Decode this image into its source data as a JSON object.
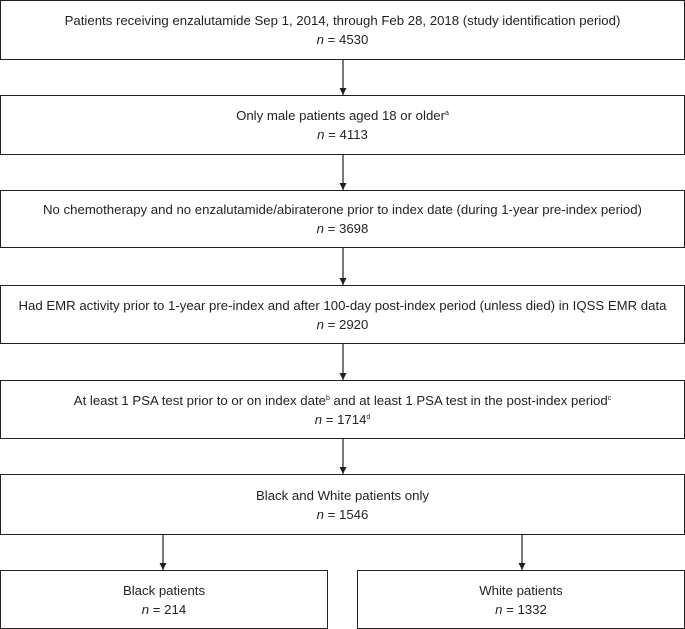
{
  "boxes": [
    {
      "id": "study-id",
      "line1": "Patients receiving enzalutamide Sep 1, 2014, through Feb 28, 2018 (study identification period)",
      "n_label": "n",
      "eq": " = ",
      "count": "4530"
    },
    {
      "id": "male-18",
      "line1": "Only male patients aged 18 or older",
      "sup1": "a",
      "n_label": "n",
      "eq": " = ",
      "count": "4113"
    },
    {
      "id": "no-chemo",
      "line1": "No chemotherapy and no enzalutamide/abiraterone prior to index date (during 1-year pre-index period)",
      "n_label": "n",
      "eq": " = ",
      "count": "3698"
    },
    {
      "id": "emr-activity",
      "line1": "Had EMR activity prior to 1-year pre-index and after 100-day post-index period (unless died) in IQSS EMR data",
      "n_label": "n",
      "eq": " = ",
      "count": "2920"
    },
    {
      "id": "psa-test",
      "line1a": "At least 1 PSA test prior to or on index date",
      "sup1a": "b",
      "line1b": " and at least 1 PSA test in the post-index period",
      "sup1b": "c",
      "n_label": "n",
      "eq": " = ",
      "count": "1714",
      "sup2": "d"
    },
    {
      "id": "black-white",
      "line1": "Black and White patients only",
      "n_label": "n",
      "eq": " = ",
      "count": "1546"
    },
    {
      "id": "black",
      "line1": "Black patients",
      "n_label": "n",
      "eq": " = ",
      "count": "214"
    },
    {
      "id": "white",
      "line1": "White patients",
      "n_label": "n",
      "eq": " = ",
      "count": "1332"
    }
  ]
}
